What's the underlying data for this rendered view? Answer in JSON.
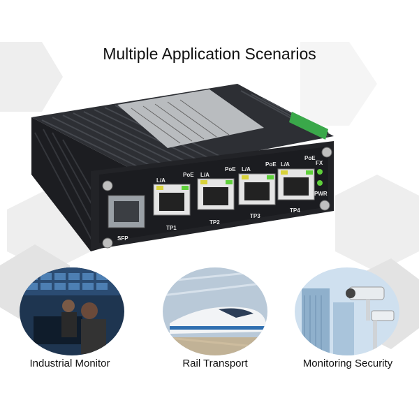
{
  "headline": "Multiple Application Scenarios",
  "device": {
    "port_labels": [
      "TP1",
      "TP2",
      "TP3",
      "TP4"
    ],
    "led_left_label": "L/A",
    "led_right_label": "PoE",
    "sfp_label": "SFP",
    "fx_label": "FX",
    "pwr_label": "PWR"
  },
  "scenarios": [
    {
      "label": "Industrial Monitor"
    },
    {
      "label": "Rail Transport"
    },
    {
      "label": "Monitoring Security"
    }
  ],
  "colors": {
    "housing": "#2b2d31",
    "faceplate": "#1f2024",
    "led_green": "#5fd03b",
    "led_yellow": "#d8d23a",
    "terminal_green": "#3aa84a"
  }
}
